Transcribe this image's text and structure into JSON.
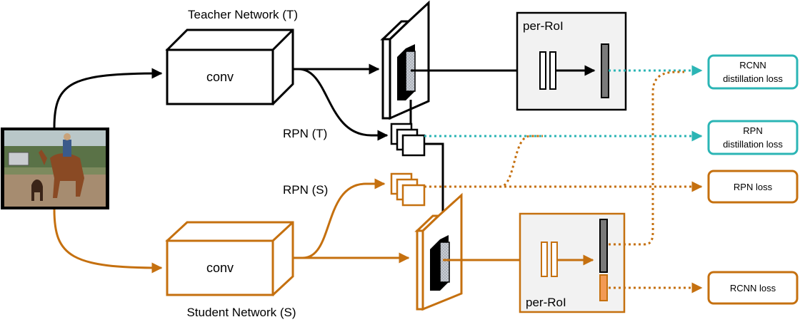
{
  "labels": {
    "teacher_network": "Teacher Network (T)",
    "student_network": "Student Network (S)",
    "teacher_conv": "conv",
    "student_conv": "conv",
    "rpn_teacher": "RPN (T)",
    "rpn_student": "RPN (S)",
    "per_roi_teacher": "per-RoI",
    "per_roi_student": "per-RoI"
  },
  "loss_boxes": {
    "rcnn_distill_line1": "RCNN",
    "rcnn_distill_line2": "distillation loss",
    "rpn_distill_line1": "RPN",
    "rpn_distill_line2": "distillation loss",
    "rpn_loss": "RPN loss",
    "rcnn_loss": "RCNN loss"
  },
  "colors": {
    "teacher": "#000000",
    "student": "#c5700f",
    "distill": "#2bb5b5",
    "panel_fill": "#f2f2f2",
    "feature_fill": "#bdc3cc"
  }
}
